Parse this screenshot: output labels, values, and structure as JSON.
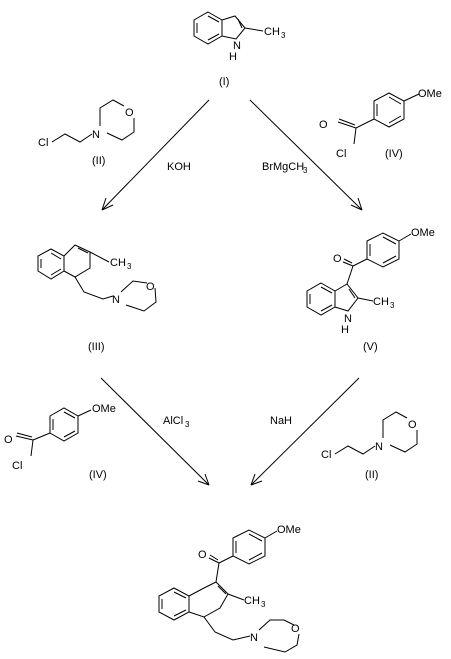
{
  "compounds": {
    "I": {
      "label": "(I)",
      "methyl": "CH",
      "methyl_sub": "3",
      "nh": "N",
      "h": "H"
    },
    "II": {
      "label": "(II)",
      "cl": "Cl",
      "n": "N",
      "o": "O"
    },
    "III": {
      "label": "(III)",
      "methyl": "CH",
      "methyl_sub": "3",
      "n": "N",
      "o": "O"
    },
    "IV": {
      "label": "(IV)",
      "ome": "OMe",
      "o": "O",
      "cl": "Cl"
    },
    "V": {
      "label": "(V)",
      "ome": "OMe",
      "o": "O",
      "methyl": "CH",
      "methyl_sub": "3",
      "nh": "N",
      "h": "H"
    },
    "IV2": {
      "label": "(IV)",
      "ome": "OMe",
      "o": "O",
      "cl": "Cl"
    },
    "II2": {
      "label": "(II)",
      "cl": "Cl",
      "n": "N",
      "o": "O"
    },
    "P": {
      "ome": "OMe",
      "o": "O",
      "methyl": "CH",
      "methyl_sub": "3",
      "n": "N",
      "o2": "O"
    }
  },
  "reagents": {
    "koh": "KOH",
    "grignard": "BrMgCH",
    "grignard_sub": "3",
    "alcl": "AlCl",
    "alcl_sub": "3",
    "nah": "NaH"
  }
}
